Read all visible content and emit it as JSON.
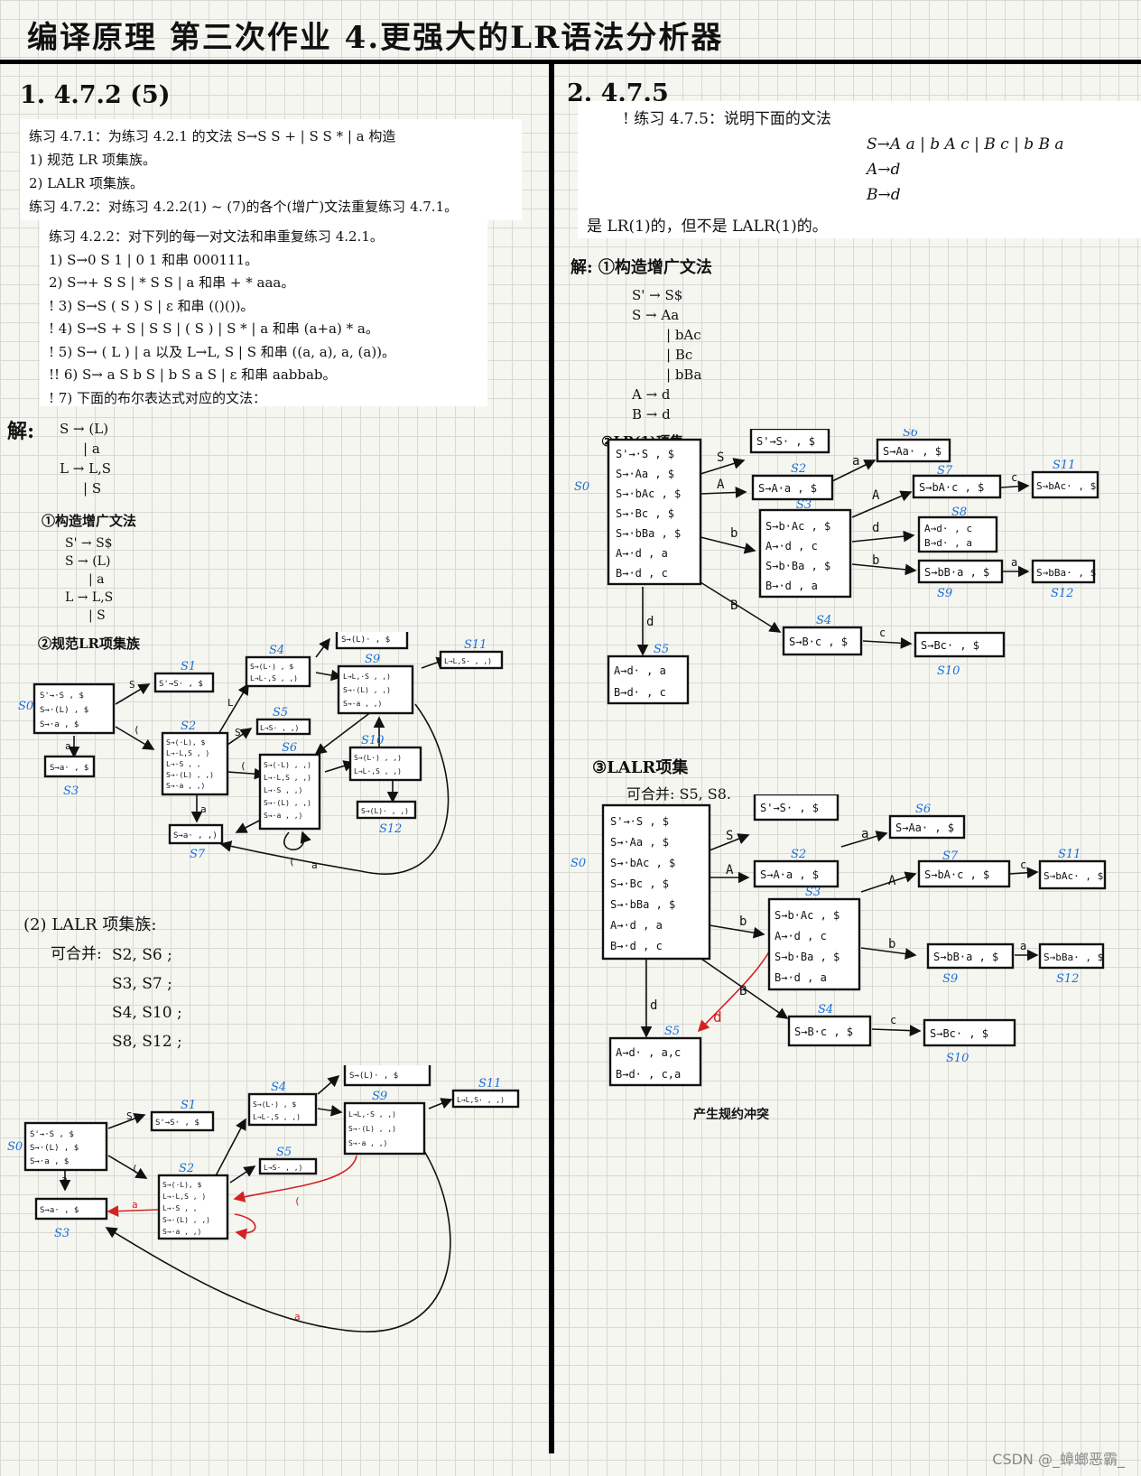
{
  "header": {
    "title": "编译原理  第三次作业   4.更强大的LR语法分析器"
  },
  "left": {
    "q_label": "1. 4.7.2 (5)",
    "ex471": [
      "练习 4.7.1：为练习 4.2.1 的文法 S→S S + | S S * | a 构造",
      "1) 规范 LR 项集族。",
      "2) LALR 项集族。",
      "练习 4.7.2：对练习 4.2.2(1) ~ (7)的各个(增广)文法重复练习 4.7.1。"
    ],
    "ex422": [
      "练习 4.2.2：对下列的每一对文法和串重复练习 4.2.1。",
      "1) S→0 S 1 | 0 1 和串 000111。",
      "2) S→+ S S | * S S | a 和串 + * aaa。",
      "! 3) S→S ( S ) S | ε 和串 (()())。",
      "! 4) S→S + S | S S | ( S ) | S * | a 和串 (a+a) * a。",
      "! 5) S→ ( L ) | a 以及 L→L, S | S 和串 ((a, a), a, (a))。",
      "!! 6) S→ a S b S | b S a S | ε 和串 aabbab。",
      "! 7) 下面的布尔表达式对应的文法："
    ],
    "sol_label": "解:",
    "grammar": [
      "S → (L)",
      "| a",
      "L → L,S",
      "| S"
    ],
    "step1": "①构造增广文法",
    "aug": [
      "S' → S$",
      "S → (L)",
      "| a",
      "L → L,S",
      "| S"
    ],
    "step2": "②规范LR项集族",
    "step3": "(2) LALR 项集族:",
    "merge_label": "可合并:",
    "merge": [
      "S2, S6 ;",
      "S3, S7 ;",
      "S4, S10 ;",
      "S8, S12 ;"
    ]
  },
  "right": {
    "q_label": "2. 4.7.5",
    "ex475": [
      "! 练习 4.7.5：说明下面的文法",
      "S→A a | b A c | B c | b B a",
      "A→d",
      "B→d",
      "是 LR(1)的，但不是 LALR(1)的。"
    ],
    "sol_label": "解: ①构造增广文法",
    "aug": [
      "S' → S$",
      "S → Aa",
      "| bAc",
      "| Bc",
      "| bBa",
      "A → d",
      "B → d"
    ],
    "step2": "②LR(1)项集",
    "step3": "③LALR项集",
    "merge_label": "可合并: S5, S8.",
    "conflict": "产生规约冲突"
  },
  "lr1_states": {
    "s0": [
      "S'→·S , $",
      "S→·Aa , $",
      "S→·bAc , $",
      "S→·Bc , $",
      "S→·bBa , $",
      "A→·d , a",
      "B→·d , c"
    ],
    "s1": "S'→S· , $",
    "s2": "S→A·a , $",
    "s3": [
      "S→b·Ac , $",
      "A→·d , c",
      "S→b·Ba , $",
      "B→·d , a"
    ],
    "s4": "S→B·c , $",
    "s5": [
      "A→d· , a",
      "B→d· , c"
    ],
    "s6": "S→Aa· , $",
    "s7": "S→bA·c , $",
    "s8": [
      "A→d· , c",
      "B→d· , a"
    ],
    "s9": "S→bB·a , $",
    "s10": "S→Bc· , $",
    "s11": "S→bAc· , $",
    "s12": "S→bBa· , $"
  },
  "lalr_s5": [
    "A→d· , a,c",
    "B→d· , c,a"
  ],
  "lr1_left": {
    "s0": [
      "S'→·S , $",
      "S→·(L) , $",
      "S→·a , $"
    ],
    "s1": "S'→S· , $",
    "s2": [
      "S→(·L), $",
      "L→·L,S , )",
      "L→·S , ,",
      "S→·(L) , ,)",
      "S→·a , ,)"
    ],
    "s3": "S→a· , $",
    "s4": [
      "S→(L·) , $",
      "L→L·,S , ,)"
    ],
    "s5": "L→S· , ,)",
    "s6": [
      "S→(·L) , ,)",
      "L→·L,S , ,)",
      "L→·S , ,)",
      "S→·(L) , ,)",
      "S→·a , ,)"
    ],
    "s7": "S→a· , ,)",
    "s8": "S→(L)· , $",
    "s9": [
      "L→L,·S , ,)",
      "S→·(L) , ,)",
      "S→·a , ,)"
    ],
    "s10": [
      "S→(L·) , ,)",
      "L→L·,S , ,)"
    ],
    "s11": "L→L,S· , ,)",
    "s12": "S→(L)· , ,)"
  },
  "edges": {
    "S": "S",
    "a": "a",
    "b": "b",
    "c": "c",
    "d": "d",
    "A": "A",
    "B": "B",
    "L": "L",
    "comma": ",",
    "lp": "(",
    "rp": ")"
  },
  "state_labels": {
    "s0": "S0",
    "s1": "S1",
    "s2": "S2",
    "s3": "S3",
    "s4": "S4",
    "s5": "S5",
    "s6": "S6",
    "s7": "S7",
    "s8": "S8",
    "s9": "S9",
    "s10": "S10",
    "s11": "S11",
    "s12": "S12"
  },
  "watermark": "CSDN @_蟑螂恶霸_"
}
